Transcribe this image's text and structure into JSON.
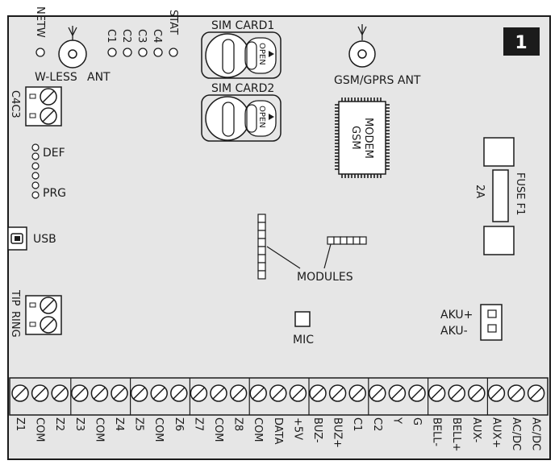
{
  "figure": {
    "number": "1",
    "colors": {
      "board": "#e6e6e6",
      "line": "#1b1b1b",
      "badge": "#1b1b1b",
      "badge_text": "#ffffff",
      "pad": "#ffffff"
    }
  },
  "labels": {
    "netw": "NETW",
    "w_less": "W-LESS",
    "ant": "ANT",
    "leds": [
      "C1",
      "C2",
      "C3",
      "C4",
      "STAT"
    ],
    "sim1": "SIM CARD1",
    "sim2": "SIM CARD2",
    "open": "OPEN",
    "gsm_ant": "GSM/GPRS ANT",
    "gsm": "GSM",
    "modem": "MODEM",
    "c4c3": "C4C3",
    "def": "DEF",
    "prg": "PRG",
    "usb": "USB",
    "modules": "MODULES",
    "tip": "TIP",
    "ring": "RING",
    "mic": "MIC",
    "fuse": "FUSE F1",
    "fuse_rating": "2A",
    "aku_plus": "AKU+",
    "aku_minus": "AKU-"
  },
  "terminals": [
    "Z1",
    "COM",
    "Z2",
    "Z3",
    "COM",
    "Z4",
    "Z5",
    "COM",
    "Z6",
    "Z7",
    "COM",
    "Z8",
    "COM",
    "DATA",
    "+5V",
    "BUZ-",
    "BUZ+",
    "C1",
    "C2",
    "Y",
    "G",
    "BELL-",
    "BELL+",
    "AUX-",
    "AUX+",
    "AC/DC",
    "AC/DC"
  ]
}
